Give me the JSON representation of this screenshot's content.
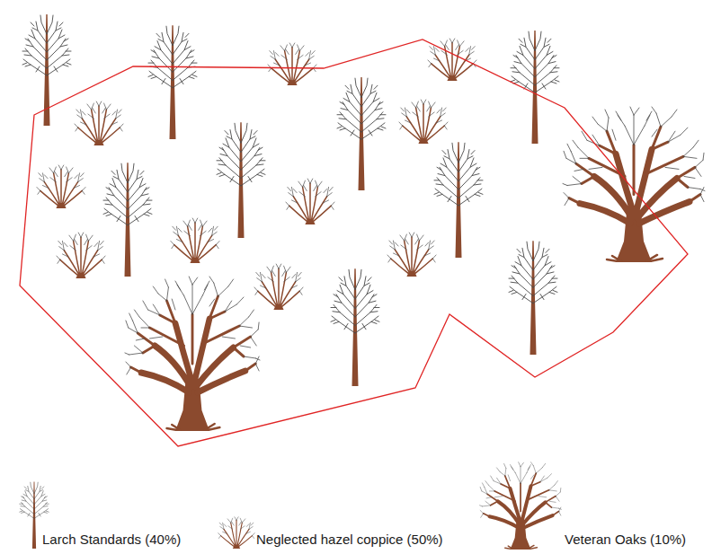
{
  "diagram": {
    "legend": [
      {
        "text": "Larch Standards (40%)"
      },
      {
        "text": "Neglected hazel coppice (50%)"
      },
      {
        "text": "Veteran Oaks (10%)"
      }
    ]
  }
}
